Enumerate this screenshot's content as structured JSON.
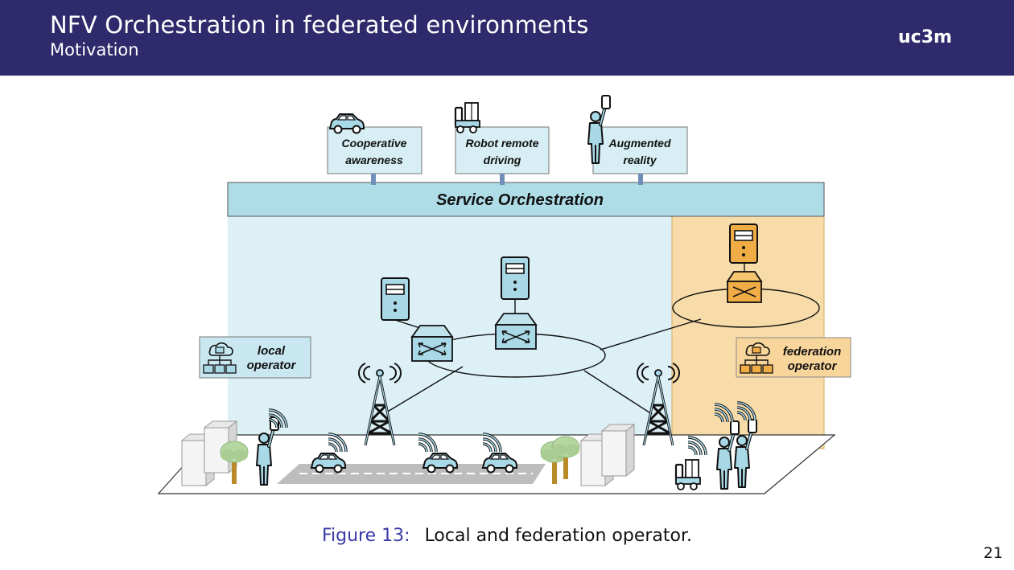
{
  "header": {
    "title": "NFV Orchestration in federated environments",
    "subtitle": "Motivation",
    "logo_text": "uc3m"
  },
  "diagram": {
    "services": [
      {
        "line1": "Cooperative",
        "line2": "awareness",
        "icon": "car-icon"
      },
      {
        "line1": "Robot remote",
        "line2": "driving",
        "icon": "forklift-robot-icon"
      },
      {
        "line1": "Augmented",
        "line2": "reality",
        "icon": "person-phone-icon"
      }
    ],
    "orchestration_label": "Service Orchestration",
    "local_operator": {
      "line1": "local",
      "line2": "operator"
    },
    "federation_operator": {
      "line1": "federation",
      "line2": "operator"
    },
    "colors": {
      "header": "#2e2a6b",
      "local_domain": "#dcf0f6",
      "federation_domain": "#f7dcaa",
      "service_box": "#d6eef4",
      "orchestration_bar": "#aedde8",
      "local_device": "#a9d8e6",
      "federation_device": "#f0ac45"
    }
  },
  "caption": {
    "figure_number": "Figure 13:",
    "text": "Local and federation operator."
  },
  "page_number": "21"
}
